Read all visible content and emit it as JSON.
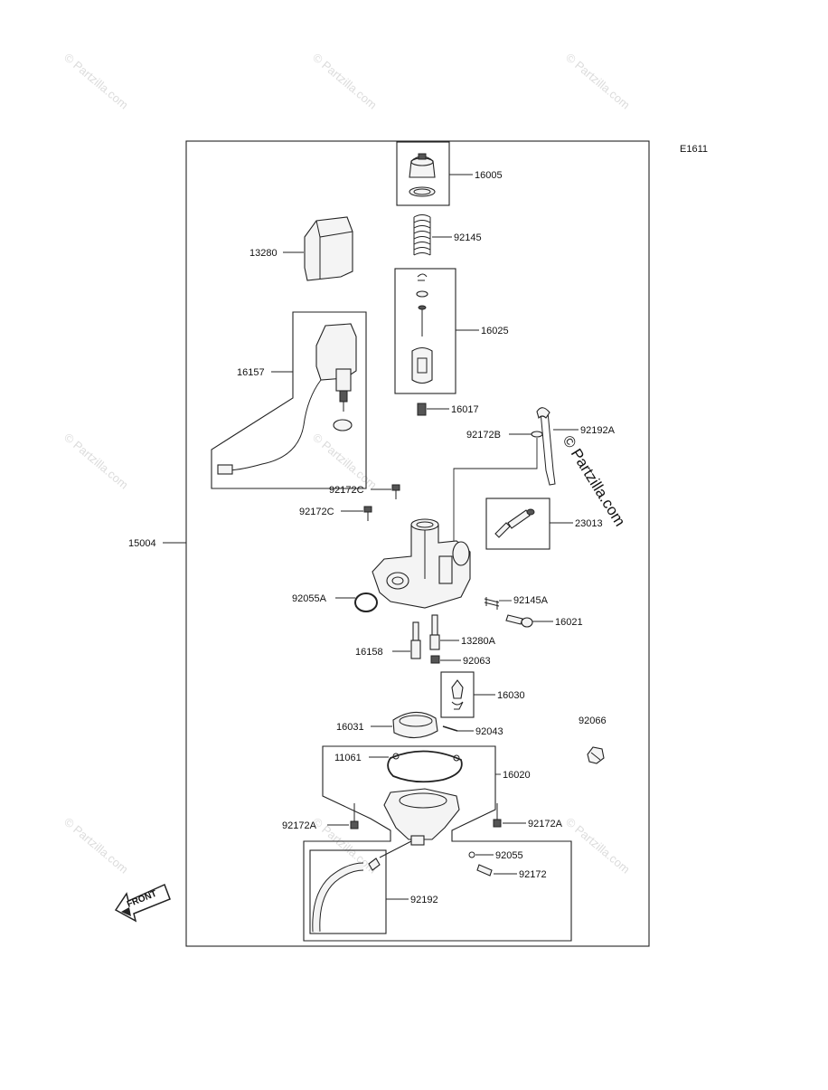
{
  "diagram": {
    "figure_code": "E1611",
    "brand_mark": "© Partzilla.com",
    "watermark_text": "© Partzilla.com",
    "front_arrow_label": "FRONT",
    "labels": {
      "p16005": "16005",
      "p92145": "92145",
      "p13280": "13280",
      "p16025": "16025",
      "p16157": "16157",
      "p16017": "16017",
      "p92172B": "92172B",
      "p92192A": "92192A",
      "p92172C_1": "92172C",
      "p92172C_2": "92172C",
      "p23013": "23013",
      "p15004": "15004",
      "p92055A": "92055A",
      "p92145A": "92145A",
      "p16021": "16021",
      "p13280A": "13280A",
      "p16158": "16158",
      "p92063": "92063",
      "p16030": "16030",
      "p92066": "92066",
      "p16031": "16031",
      "p92043": "92043",
      "p11061": "11061",
      "p16020": "16020",
      "p92172A_1": "92172A",
      "p92172A_2": "92172A",
      "p92055": "92055",
      "p92172": "92172",
      "p92192": "92192"
    }
  }
}
